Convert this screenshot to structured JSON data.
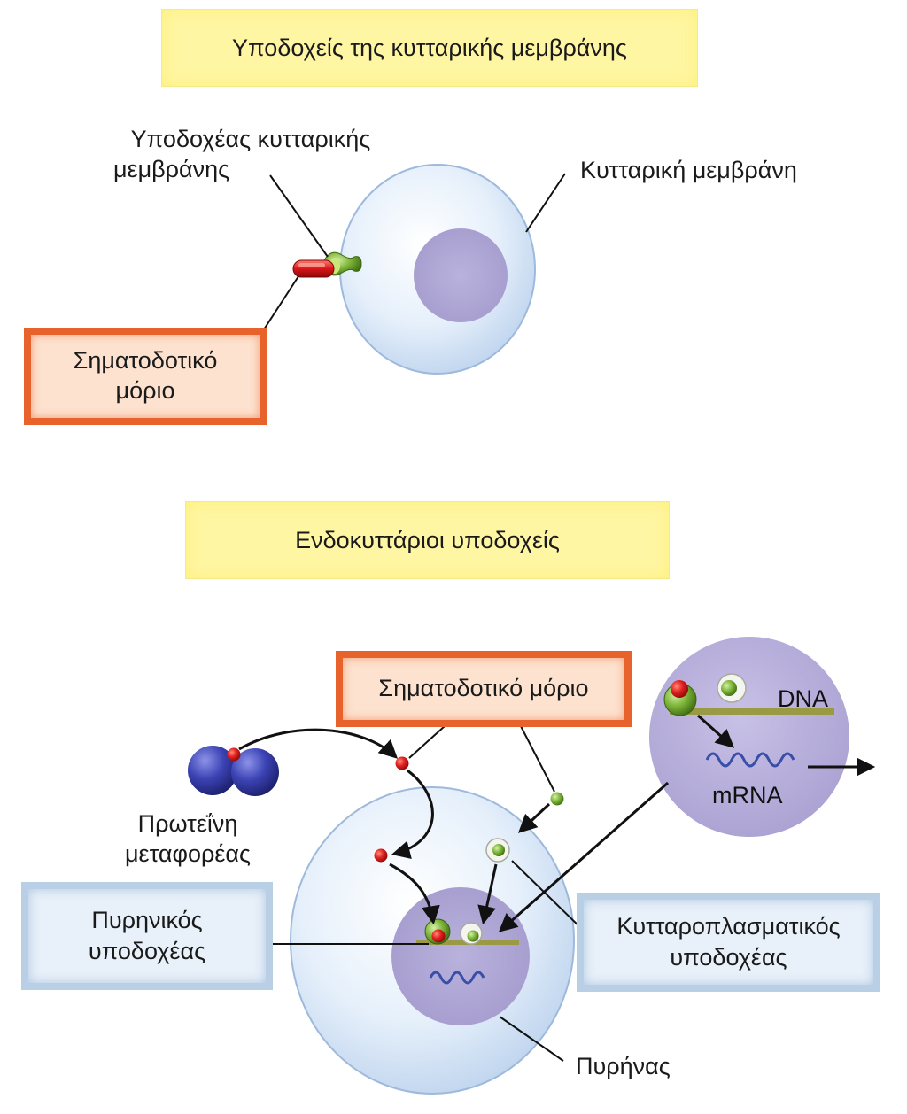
{
  "sections": {
    "membrane_title": "Υποδοχείς της κυτταρικής μεμβράνης",
    "intracellular_title": "Ενδοκυττάριοι υποδοχείς"
  },
  "membrane_panel": {
    "receptor_label_line1": "Υποδοχέας κυτταρικής",
    "receptor_label_line2": "μεμβράνης",
    "membrane_label": "Κυτταρική μεμβράνη",
    "signal_label_line1": "Σηματοδοτικό",
    "signal_label_line2": "μόριο"
  },
  "intracellular_panel": {
    "signal_label": "Σηματοδοτικό μόριο",
    "carrier_label_line1": "Πρωτεΐνη",
    "carrier_label_line2": "μεταφορέας",
    "nuclear_receptor_line1": "Πυρηνικός",
    "nuclear_receptor_line2": "υποδοχέας",
    "cytoplasmic_receptor_line1": "Κυτταροπλασματικός",
    "cytoplasmic_receptor_line2": "υποδοχέας",
    "nucleus_label": "Πυρήνας",
    "dna_label": "DNA",
    "mrna_label": "mRNA"
  },
  "colors": {
    "title_box": "#fff6a3",
    "orange_border": "#e8632c",
    "orange_fill": "#fde2cf",
    "blue_border": "#b9cfe6",
    "blue_fill": "#e8f0f9",
    "cell": "#e3eefa",
    "nucleus": "#b3acd6",
    "ligand": "#d91e1e",
    "receptor": "#6fbf3a",
    "dna": "#9a9a44",
    "carrier": "#3a3fa0"
  }
}
